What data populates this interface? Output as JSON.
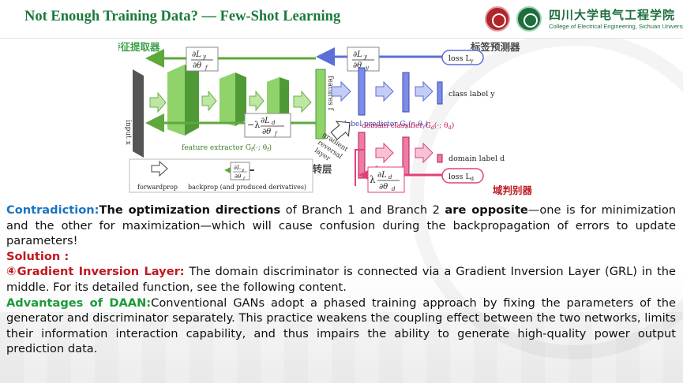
{
  "header": {
    "title": "Not Enough Training Data? — Few-Shot Learning",
    "college_cn": "四川大学电气工程学院",
    "college_en": "College of Electrical Engineering, Sichuan University"
  },
  "figure": {
    "label_feature_extractor_cn": "特征提取器",
    "label_label_predictor_cn": "标签预测器",
    "label_grl_cn": "梯度反转层",
    "label_domain_classifier_cn": "域判别器",
    "input_label": "input x",
    "features_label": "features f",
    "feature_extractor_label": "feature extractor G",
    "feature_extractor_args": "(·; θ",
    "label_predictor_label": "label predictor G",
    "label_predictor_args": "(·; θ",
    "domain_classifier_label": "domain classifier G",
    "domain_classifier_args": "(·; θ",
    "class_label": "class label y",
    "domain_label": "domain label d",
    "loss_y": "loss L",
    "loss_d": "loss L",
    "grl_label_1": "gradient",
    "grl_label_2": "reversal",
    "grl_label_3": "layer",
    "legend_forwardprop": "forwardprop",
    "legend_backprop": "backprop (and produced derivatives)",
    "colors": {
      "green": "#7cc35a",
      "blue": "#5b6fd6",
      "pink": "#e0407a"
    }
  },
  "text": {
    "contradiction_label": "Contradiction:",
    "contradiction_b1": "The optimization directions",
    "contradiction_t1": " of Branch 1 and Branch 2 ",
    "contradiction_b2": "are opposite",
    "contradiction_t2": "—one is for minimization and the other for maximization—which will cause confusion during the backpropagation of errors to update parameters!",
    "solution_label": "Solution :",
    "grl_label": "④Gradient Inversion Layer:",
    "grl_text": " The domain discriminator is connected via a Gradient Inversion Layer (GRL) in the middle. For its detailed function, see the following content.",
    "daan_label": "Advantages of DAAN:",
    "daan_text": "Conventional GANs adopt a phased training approach by fixing the parameters of the generator and discriminator separately. This practice weakens the coupling effect between the two networks, limits their information interaction capability, and thus impairs the ability to generate high-quality power output prediction data."
  }
}
